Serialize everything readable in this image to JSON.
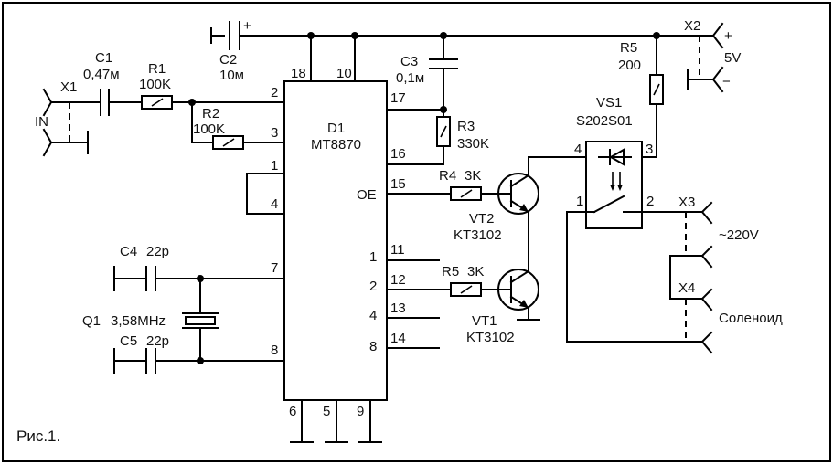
{
  "figure_caption": "Рис.1.",
  "ic": {
    "ref": "D1",
    "part": "MT8870",
    "oe_label": "OE",
    "pins": {
      "p18": "18",
      "p10": "10",
      "p2": "2",
      "p3": "3",
      "p1": "1",
      "p4": "4",
      "p7": "7",
      "p8": "8",
      "p17": "17",
      "p16": "16",
      "p15": "15",
      "p11": "11",
      "p12": "12",
      "p13": "13",
      "p14": "14",
      "p6": "6",
      "p5": "5",
      "p9": "9"
    },
    "out_labels": {
      "o11": "1",
      "o12": "2",
      "o13": "4",
      "o14": "8"
    }
  },
  "components": {
    "c1": {
      "ref": "C1",
      "value": "0,47м"
    },
    "r1": {
      "ref": "R1",
      "value": "100K"
    },
    "r2": {
      "ref": "R2",
      "value": "100K"
    },
    "c2": {
      "ref": "C2",
      "value": "10м"
    },
    "c3": {
      "ref": "C3",
      "value": "0,1м"
    },
    "r3": {
      "ref": "R3",
      "value": "330K"
    },
    "r4": {
      "ref": "R4",
      "value": "3K"
    },
    "r5b": {
      "ref": "R5",
      "value": "3K"
    },
    "r5": {
      "ref": "R5",
      "value": "200"
    },
    "c4": {
      "ref": "C4",
      "value": "22p"
    },
    "c5": {
      "ref": "C5",
      "value": "22p"
    },
    "q1": {
      "ref": "Q1",
      "value": "3,58MHz"
    },
    "vt2": {
      "ref": "VT2",
      "value": "KT3102"
    },
    "vt1": {
      "ref": "VT1",
      "value": "KT3102"
    },
    "vs1": {
      "ref": "VS1",
      "value": "S202S01",
      "pin4": "4",
      "pin3": "3",
      "pin1": "1",
      "pin2": "2"
    }
  },
  "connectors": {
    "x1": {
      "ref": "X1",
      "label": "IN"
    },
    "x2": {
      "ref": "X2",
      "plus": "+",
      "minus": "−",
      "label": "5V"
    },
    "x3": {
      "ref": "X3",
      "label": "~220V"
    },
    "x4": {
      "ref": "X4",
      "label": "Соленоид"
    }
  },
  "plus_mark": "+"
}
